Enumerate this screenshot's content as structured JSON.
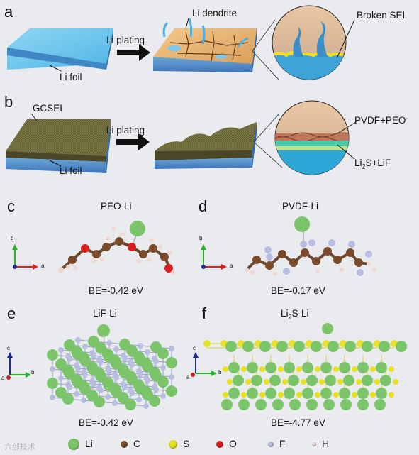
{
  "panels": {
    "a": {
      "label": "a",
      "li_foil": "Li foil",
      "li_plating": "Li plating",
      "li_dendrite": "Li dendrite",
      "broken_sei": "Broken SEI"
    },
    "b": {
      "label": "b",
      "gcsei": "GCSEI",
      "li_foil": "Li foil",
      "li_plating": "Li plating",
      "pvdf_peo": "PVDF+PEO",
      "li2s_main": "Li",
      "li2s_sub": "2",
      "li2s_rest": "S+LiF"
    },
    "c": {
      "label": "c",
      "title": "PEO-Li",
      "be": "BE=-0.42 eV",
      "axis_b": "b",
      "axis_a": "a"
    },
    "d": {
      "label": "d",
      "title": "PVDF-Li",
      "be": "BE=-0.17 eV",
      "axis_b": "b",
      "axis_a": "a"
    },
    "e": {
      "label": "e",
      "title": "LiF-Li",
      "be": "BE=-0.42 eV",
      "axis_c": "c",
      "axis_b": "b",
      "axis_a": "a"
    },
    "f": {
      "label": "f",
      "title_main": "Li",
      "title_sub": "2",
      "title_rest": "S-Li",
      "be": "BE=-4.77 eV",
      "axis_c": "c",
      "axis_b": "b",
      "axis_a": "a"
    }
  },
  "legend": [
    {
      "label": "Li",
      "color": "#7cc46a"
    },
    {
      "label": "C",
      "color": "#7a4a2a"
    },
    {
      "label": "S",
      "color": "#e8e020"
    },
    {
      "label": "O",
      "color": "#d62020"
    },
    {
      "label": "F",
      "color": "#b8bedf"
    },
    {
      "label": "H",
      "color": "#f1dcd6"
    }
  ],
  "watermark": "六部技术"
}
